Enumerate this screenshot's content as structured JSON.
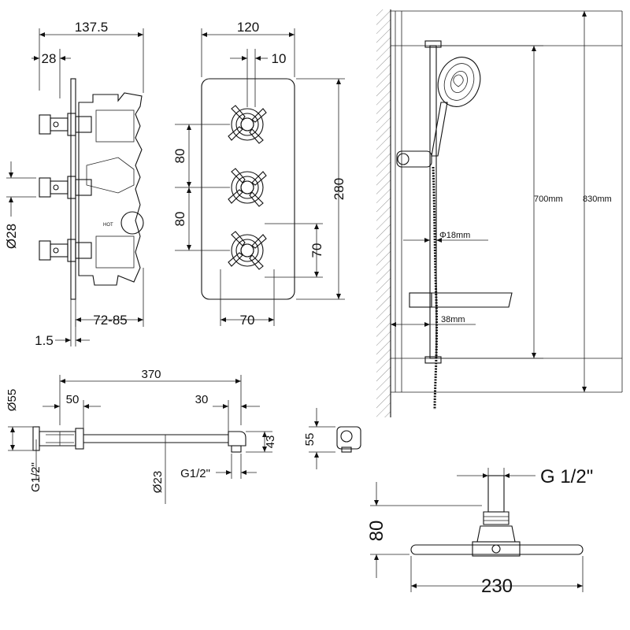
{
  "valve_side_view": {
    "overall_depth": "137.5",
    "handle_depth": "28",
    "handle_diameter": "Ø28",
    "body_depth": "72-85",
    "plate_thickness": "1.5",
    "hot_label": "HOT"
  },
  "valve_front_view": {
    "plate_width": "120",
    "spindle_offset": "10",
    "spacing_upper": "80",
    "spacing_lower": "80",
    "plate_height": "280",
    "handle_height": "70",
    "handle_width": "70"
  },
  "slide_rail": {
    "inner_length": "700mm",
    "overall_length": "830mm",
    "rail_diameter": "Φ18mm",
    "wall_offset": "38mm"
  },
  "shower_arm": {
    "length": "370",
    "flange_diameter": "Ø55",
    "flange_depth": "50",
    "elbow_depth": "30",
    "elbow_height": "43",
    "thread_left": "G1/2\"",
    "arm_diameter": "Ø23",
    "thread_right": "G1/2\""
  },
  "wall_outlet": {
    "height": "55"
  },
  "shower_head": {
    "thread": "G 1/2\"",
    "height": "80",
    "diameter": "230"
  }
}
